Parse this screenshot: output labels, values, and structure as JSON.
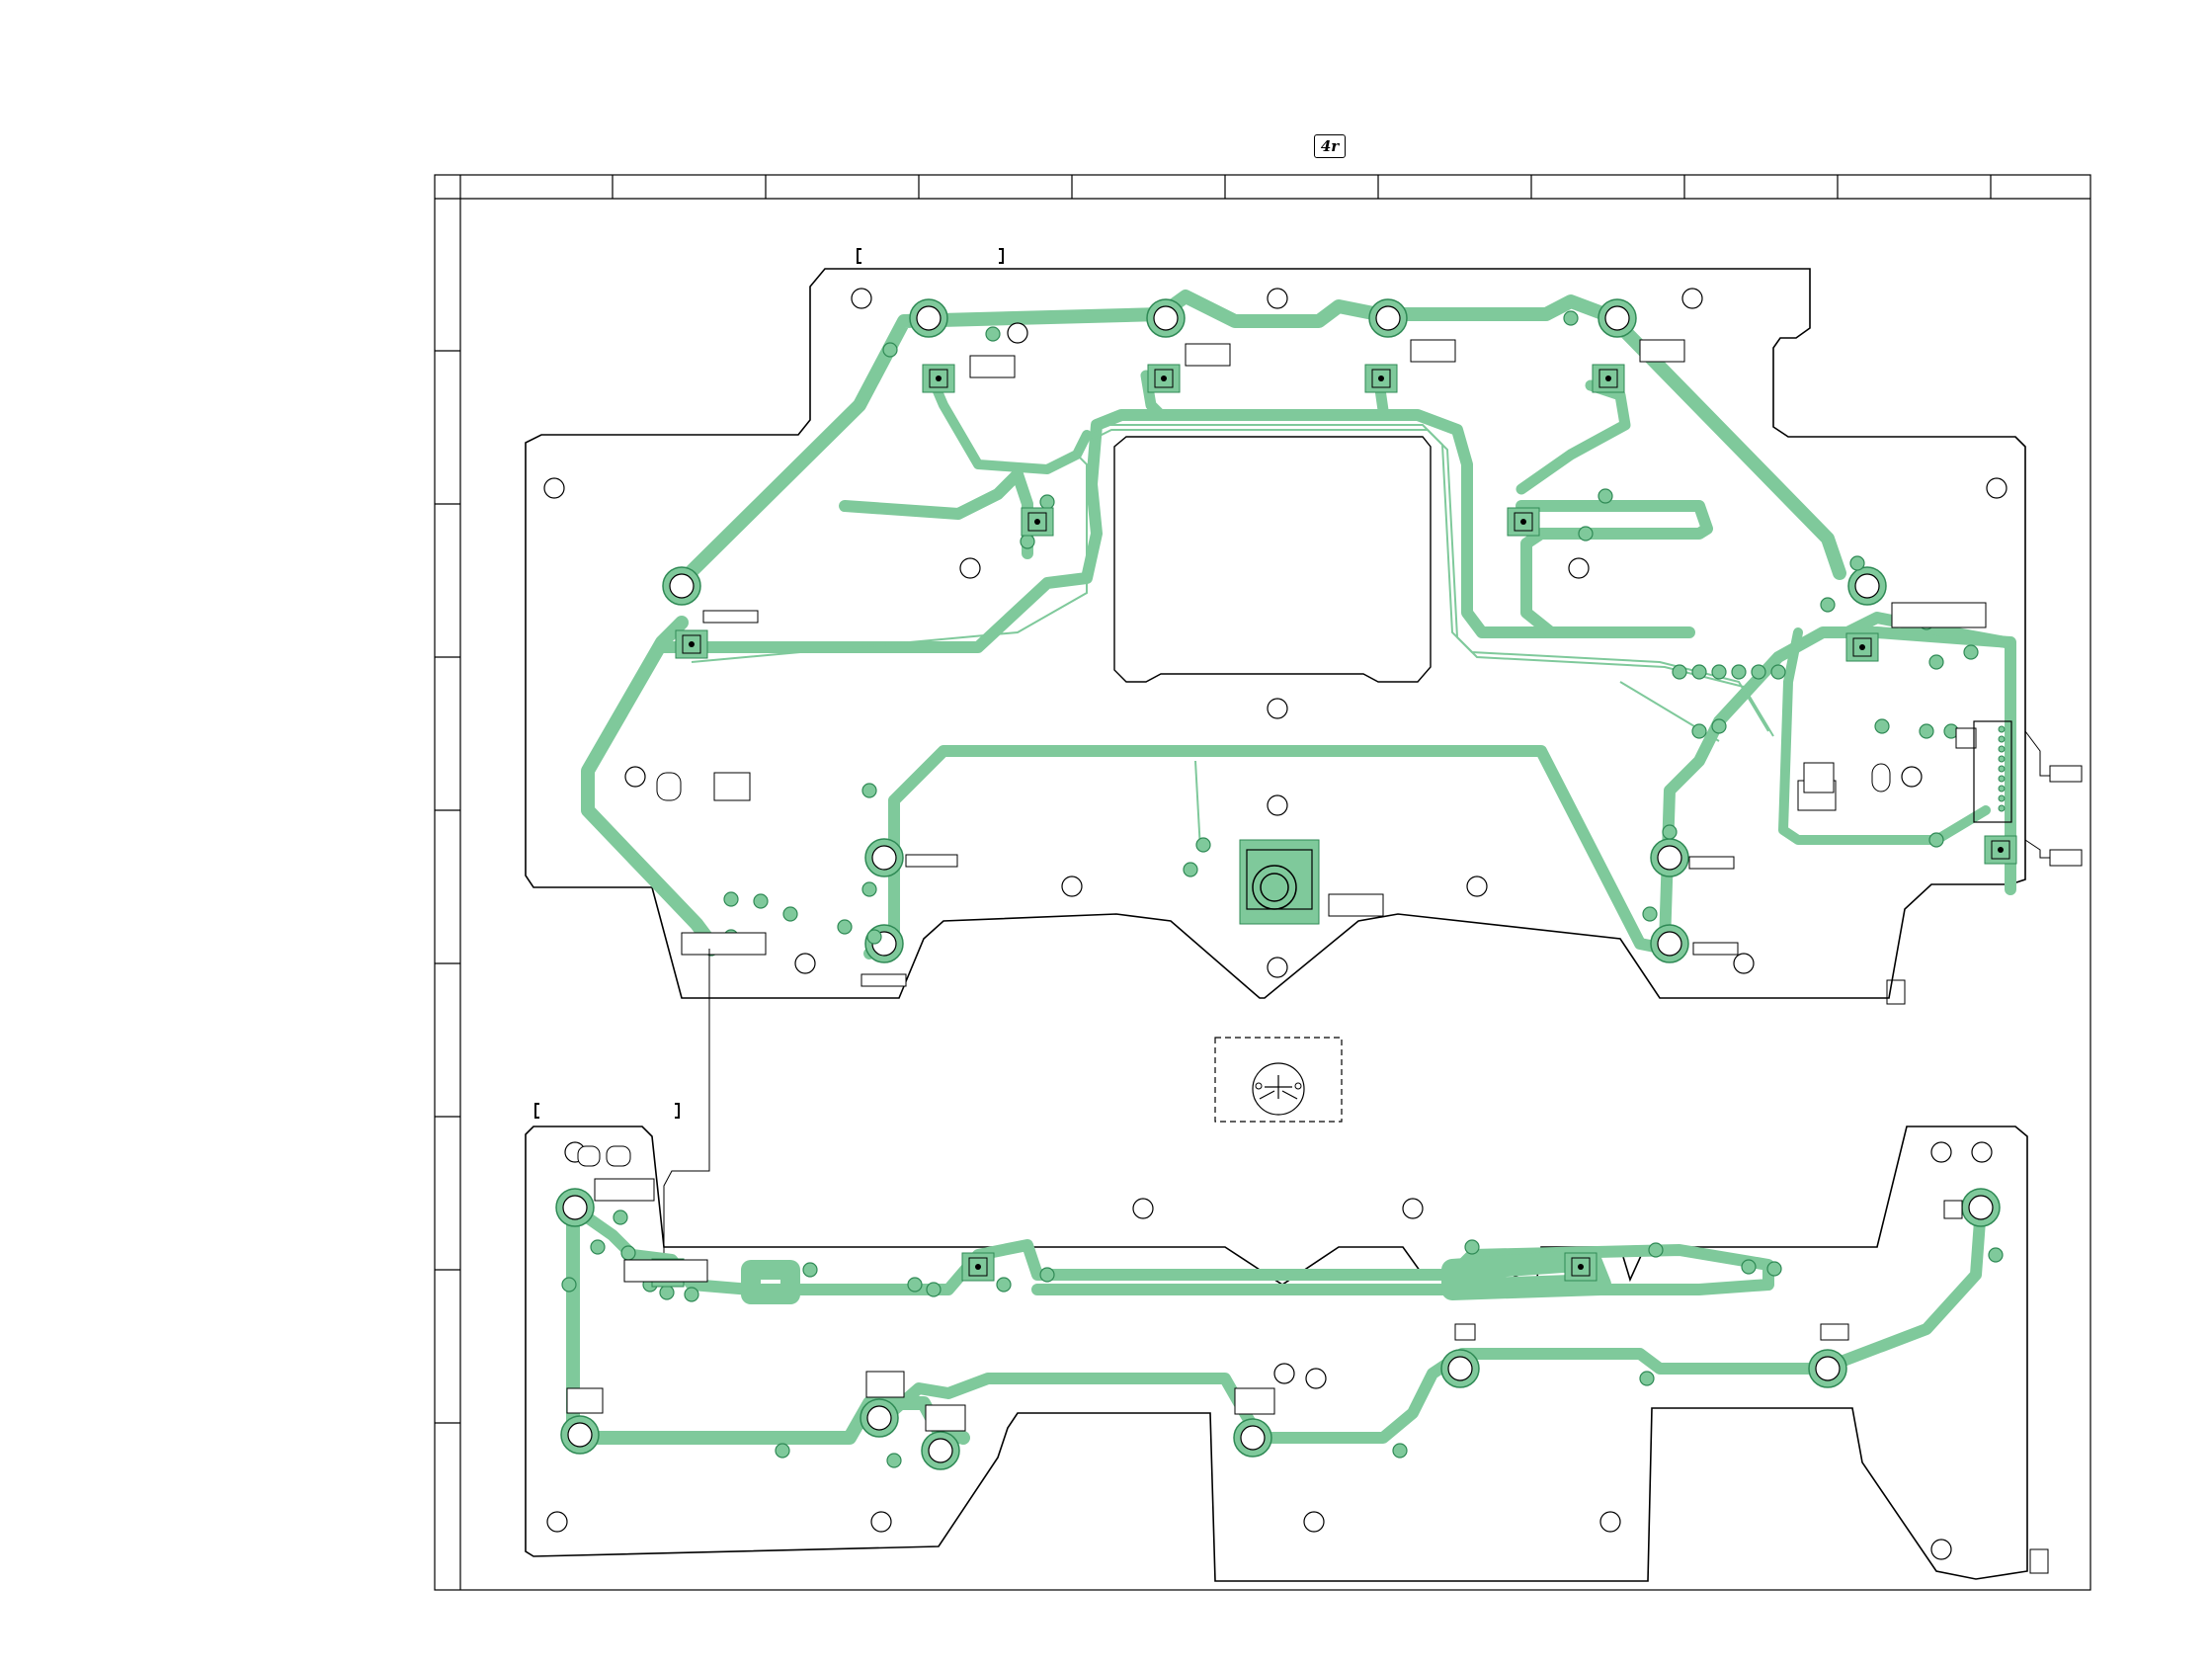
{
  "document": {
    "logo": "4r"
  },
  "colors": {
    "copper": "#7fc99b",
    "copper_edge": "#2f8a55",
    "outline": "#000000",
    "background": "#ffffff"
  },
  "boards": [
    {
      "name": "upper-board",
      "bracket_label": ""
    },
    {
      "name": "lower-board",
      "bracket_label": ""
    }
  ],
  "icons": [
    "sony-logo-icon",
    "switch-symbol-icon"
  ]
}
